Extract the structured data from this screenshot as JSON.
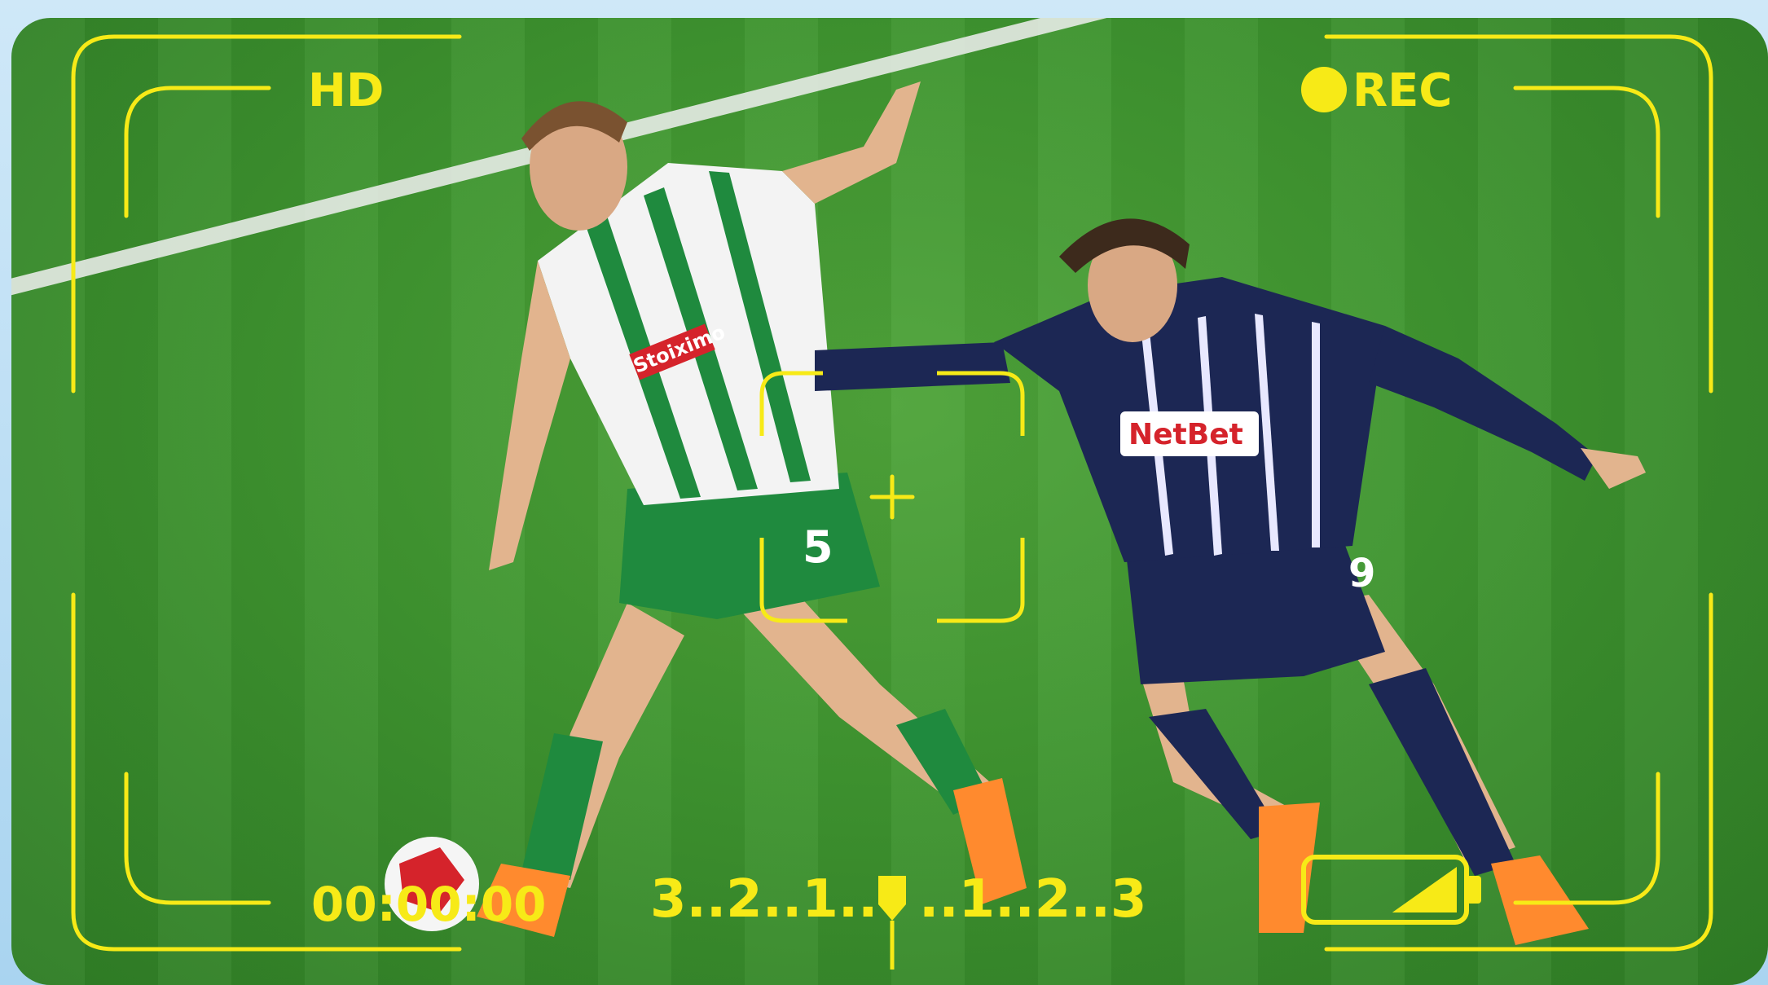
{
  "camera": {
    "quality_label": "HD",
    "rec_label": "REC",
    "timecode": "00:00:00",
    "countdown": "3..2..1..",
    "countup": "..1..2..3",
    "battery_level": 0.45
  },
  "players": {
    "left": {
      "sponsor": "Stoiximo",
      "number": "5"
    },
    "right": {
      "sponsor": "NetBet",
      "number": "9"
    }
  },
  "colors": {
    "hud_yellow": "#f7ea17",
    "grass": "#3f9530",
    "frame_blue": "#bfe0f5"
  }
}
